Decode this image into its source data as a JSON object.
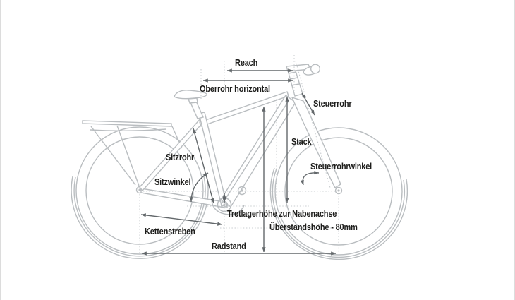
{
  "diagram": {
    "title": "Bike geometry diagram",
    "labels": {
      "reach": "Reach",
      "top_tube": "Oberrohr horizontal",
      "head_tube": "Steuerrohr",
      "stack": "Stack",
      "head_tube_angle": "Steuerrohrwinkel",
      "seat_tube": "Sitzrohr",
      "seat_angle": "Sitzwinkel",
      "bb_drop": "Tretlagerhöhe zur Nabenachse",
      "standover": "Überstandshöhe - 80mm",
      "chainstay": "Kettenstreben",
      "wheelbase": "Radstand"
    },
    "colors": {
      "background": "#ffffff",
      "bike_outline": "#b9bdc0",
      "dimension_line": "#63686b",
      "guide_line": "#c9cdd0",
      "text": "#1d1d1b"
    }
  }
}
